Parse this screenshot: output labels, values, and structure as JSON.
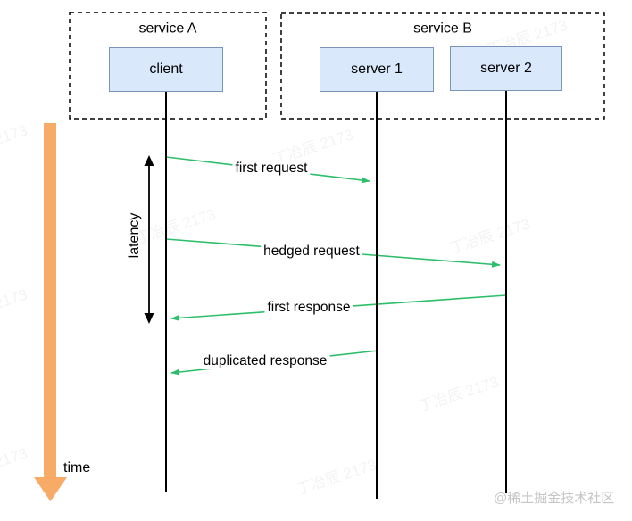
{
  "groups": {
    "service_a": {
      "label": "service A",
      "nodes": {
        "client": {
          "label": "client"
        }
      }
    },
    "service_b": {
      "label": "service B",
      "nodes": {
        "server1": {
          "label": "server 1"
        },
        "server2": {
          "label": "server 2"
        }
      }
    }
  },
  "messages": {
    "first_request": {
      "label": "first request",
      "from": "client",
      "to": "server 1"
    },
    "hedged_request": {
      "label": "hedged request",
      "from": "client",
      "to": "server 2"
    },
    "first_response": {
      "label": "first response",
      "from": "server 2",
      "to": "client"
    },
    "duplicated_response": {
      "label": "duplicated response",
      "from": "server 1",
      "to": "client"
    }
  },
  "annotations": {
    "latency": {
      "label": "latency"
    },
    "time": {
      "label": "time"
    }
  },
  "watermarks": {
    "diagonal_text": "丁冶辰 2173",
    "credit": "@稀土掘金技术社区"
  },
  "colors": {
    "message_arrow": "#2dbe69",
    "time_arrow": "#f8ab66",
    "node_fill": "#dae8fc",
    "node_border": "#7a94b8",
    "frame_border": "#000000",
    "lifeline": "#000000"
  }
}
